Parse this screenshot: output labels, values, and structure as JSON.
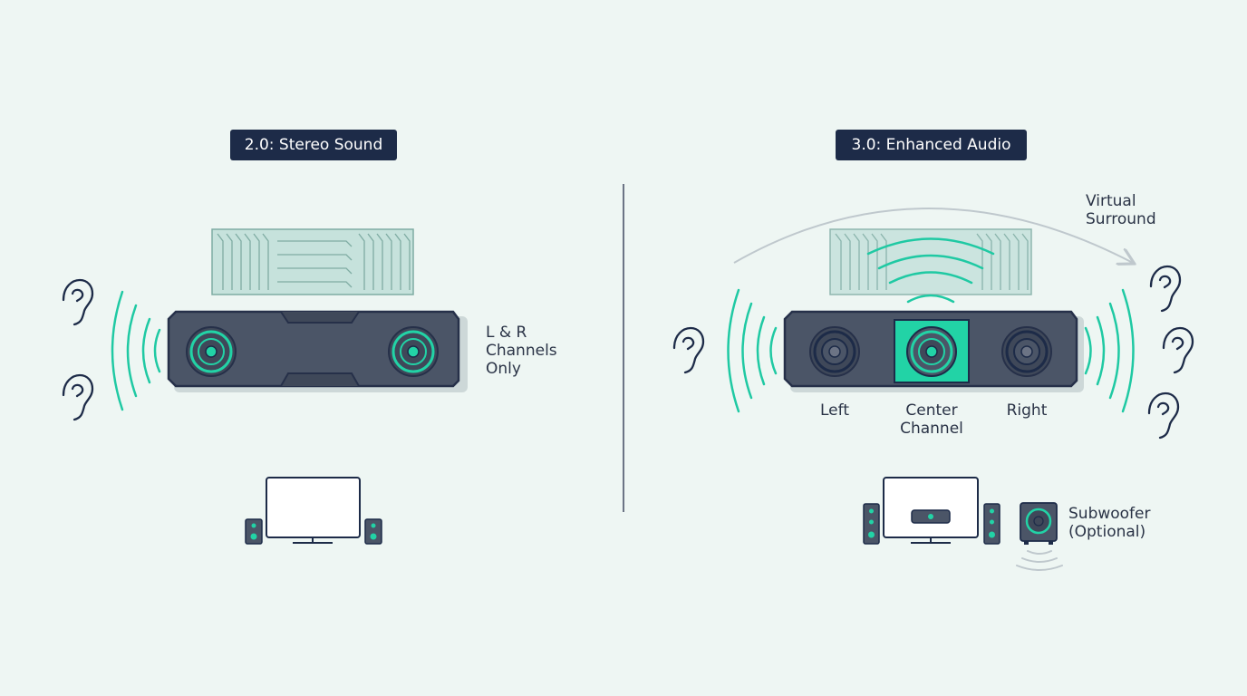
{
  "colors": {
    "background": "#eef6f3",
    "navy": "#1d2b48",
    "bar": "#4b5567",
    "bar_stroke": "#263049",
    "accent": "#22d3a6",
    "wave": "#1fc9a3",
    "grille_fill": "#c6e2dc",
    "grille_stroke": "#7faca3",
    "divider": "#6c7485",
    "arc": "#bfc8cd"
  },
  "left_panel": {
    "title": "2.0: Stereo Sound",
    "channel_note": "L & R\nChannels\nOnly"
  },
  "right_panel": {
    "title": "3.0: Enhanced Audio",
    "surround_label": "Virtual\nSurround",
    "speaker_labels": {
      "left": "Left",
      "center": "Center\nChannel",
      "right": "Right"
    },
    "subwoofer_label": "Subwoofer\n(Optional)"
  },
  "icons": [
    "ear-icon",
    "speaker-driver-icon",
    "sound-wave-icon",
    "tv-icon",
    "tower-speaker-icon",
    "subwoofer-icon",
    "grille-panel-icon",
    "surround-arc-icon"
  ]
}
